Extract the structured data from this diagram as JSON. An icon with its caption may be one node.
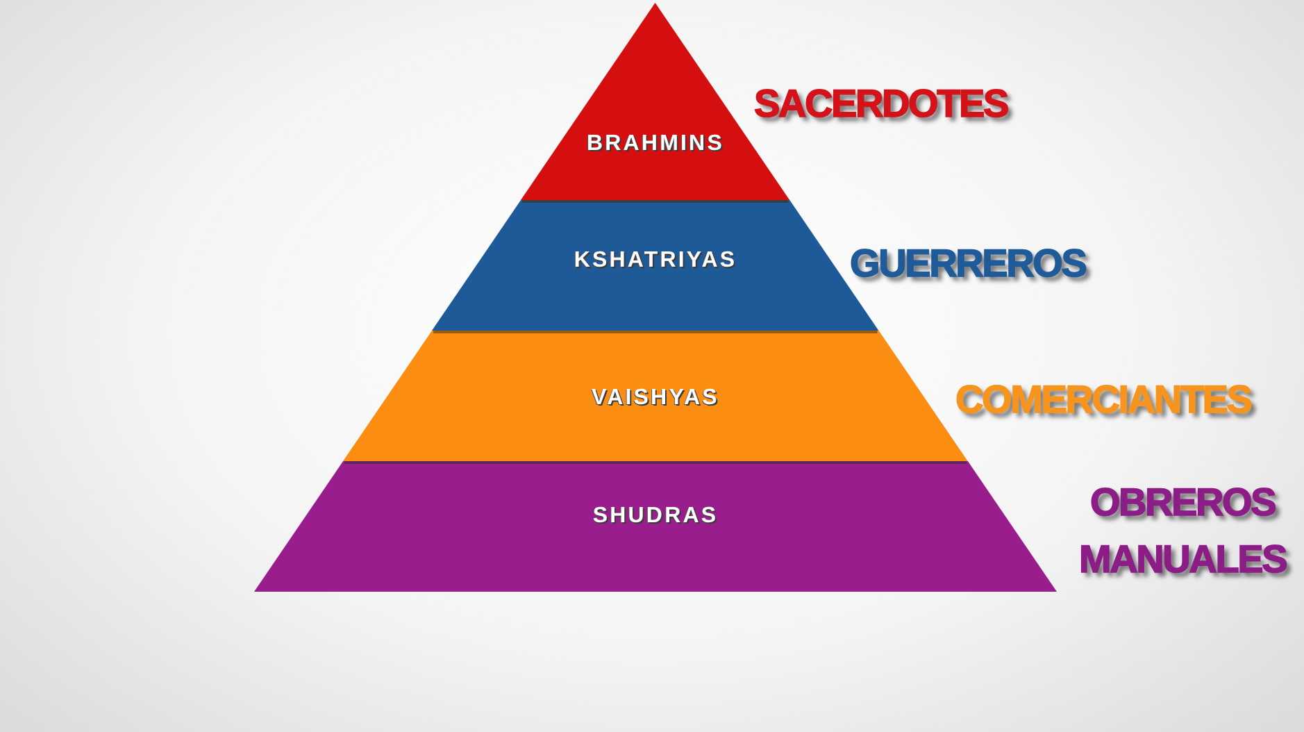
{
  "diagram": {
    "nodes": [
      {
        "text": [
          "BRAHMINS"
        ],
        "beside": [
          "SACERDOTES"
        ]
      },
      {
        "text": [
          "KSHATRIYAS"
        ],
        "beside": [
          "GUERREROS"
        ]
      },
      {
        "text": [
          "VAISHYAS"
        ],
        "beside": [
          "COMERCIANTES"
        ]
      },
      {
        "text": [
          "SHUDRAS"
        ],
        "beside": [
          "OBREROS MANUALES"
        ]
      }
    ]
  }
}
